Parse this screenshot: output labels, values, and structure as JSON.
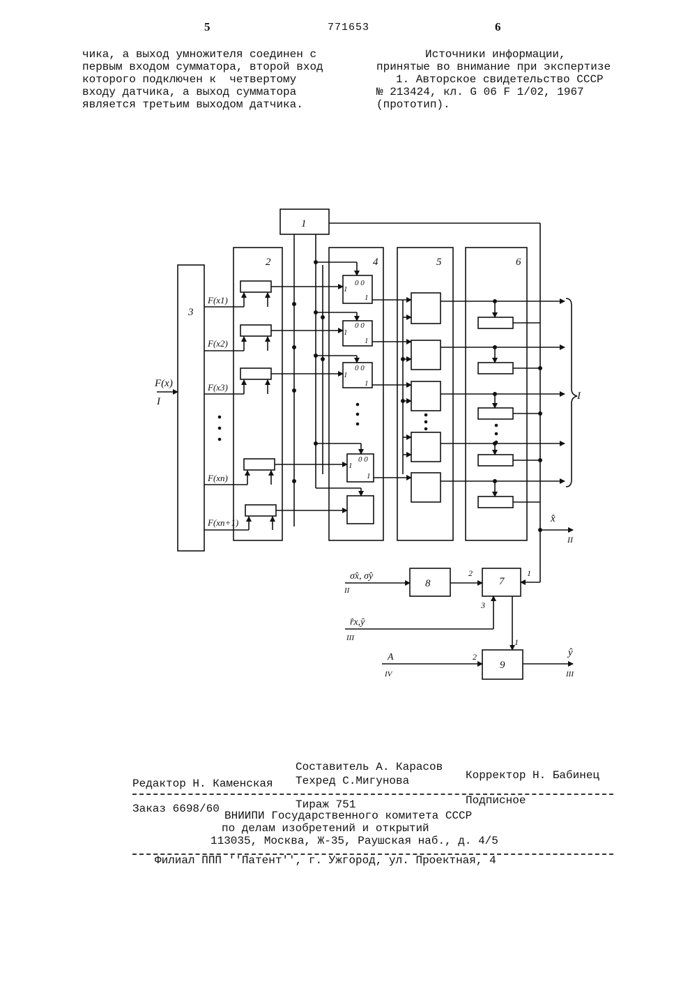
{
  "header": {
    "page_left": "5",
    "patent_number": "771653",
    "page_right": "6"
  },
  "left_column": [
    "чика, а выход умножителя соединен с",
    "первым входом сумматора, второй вход",
    "которого подключен к  четвертому",
    "входу датчика, а выход сумматора",
    "является третьим выходом датчика."
  ],
  "right_column": [
    "Источники информации,",
    "принятые во внимание при экспертизе",
    "1. Авторское свидетельство СССР",
    "№ 213424, кл. G 06 F 1/02, 1967",
    "(прототип)."
  ],
  "figure": {
    "block_labels": [
      "1",
      "2",
      "3",
      "4",
      "5",
      "6",
      "7",
      "8",
      "9"
    ],
    "input_fx": "F(x)",
    "input_I": "I",
    "signals": [
      "F(x1)",
      "F(x2)",
      "F(x3)",
      "F(xn)",
      "F(xn+1)"
    ],
    "gate_in": "1",
    "gate_top": "0 0",
    "gate_out": "1",
    "brace_label": "I",
    "out_x_hat": "x̂",
    "out_II": "II",
    "in_sigma": "σ̂x, σ̂y",
    "in_sigma_num": "II",
    "in_r": "r̂x,ŷ",
    "in_r_num": "III",
    "in_A": "A",
    "in_A_num": "IV",
    "out_y_hat": "ŷ",
    "out_III": "III",
    "port_1": "1",
    "port_2": "2",
    "port_3": "3"
  },
  "footer": {
    "compiler": "Составитель А. Карасов",
    "editor": "Редактор Н. Каменская",
    "techred": "Техред С.Мигунова",
    "corrector": "Корректор Н. Бабинец",
    "order": "Заказ 6698/60",
    "circulation": "Тираж 751",
    "subscription": "Подписное",
    "org1": "ВНИИПИ Государственного комитета СССР",
    "org2": "по делам изобретений и открытий",
    "address": "113035, Москва, Ж-35, Раушская наб., д. 4/5",
    "branch": "Филиал ППП ''Патент'', г. Ужгород, ул. Проектная, 4"
  }
}
